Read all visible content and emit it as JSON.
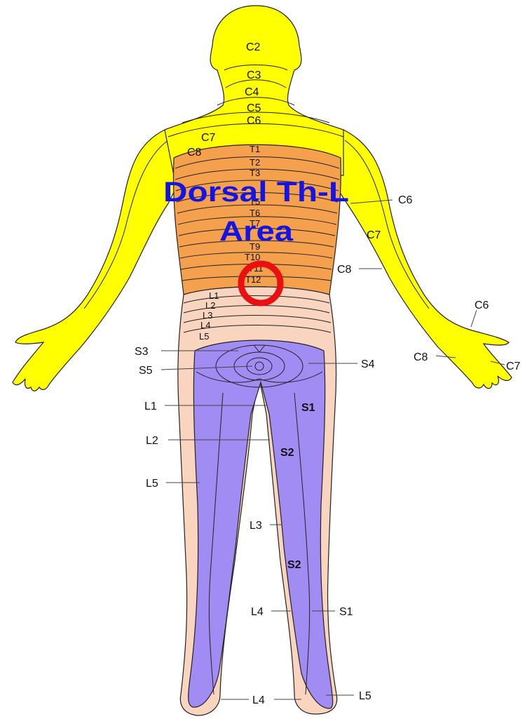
{
  "colors": {
    "cervical": "#ffff00",
    "thoracic": "#f4a04c",
    "lumbar": "#f9d5bf",
    "sacral": "#a08cf2",
    "overlay_text": "#1414e6",
    "marker": "#e81010"
  },
  "overlay": {
    "line1": "Dorsal Th-L",
    "line2": "Area"
  },
  "labels": {
    "c2": "C2",
    "c3": "C3",
    "c4": "C4",
    "c5": "C5",
    "c6": "C6",
    "c7_left": "C7",
    "c8_left": "C8",
    "t1": "T1",
    "t2": "T2",
    "t3": "T3",
    "t5": "T5",
    "t6": "T6",
    "t7": "T7",
    "t9": "T9",
    "t10": "T10",
    "t11": "T11",
    "t12": "T12",
    "l1_back": "L1",
    "l2_back": "L2",
    "l3_back": "L3",
    "l4_back": "L4",
    "l5_back": "L5",
    "c6_arm": "C6",
    "c7_arm": "C7",
    "c8_arm": "C8",
    "c6_hand": "C6",
    "c8_hand": "C8",
    "c7_hand": "C7",
    "s3": "S3",
    "s5": "S5",
    "s4": "S4",
    "l1_leg": "L1",
    "l2_leg": "L2",
    "l5_leg": "L5",
    "l3_leg": "L3",
    "l4_leg": "L4",
    "s1_upper": "S1",
    "s2_upper": "S2",
    "s2_lower": "S2",
    "s1_lower": "S1",
    "l5_foot": "L5",
    "l4_foot": "L4"
  }
}
